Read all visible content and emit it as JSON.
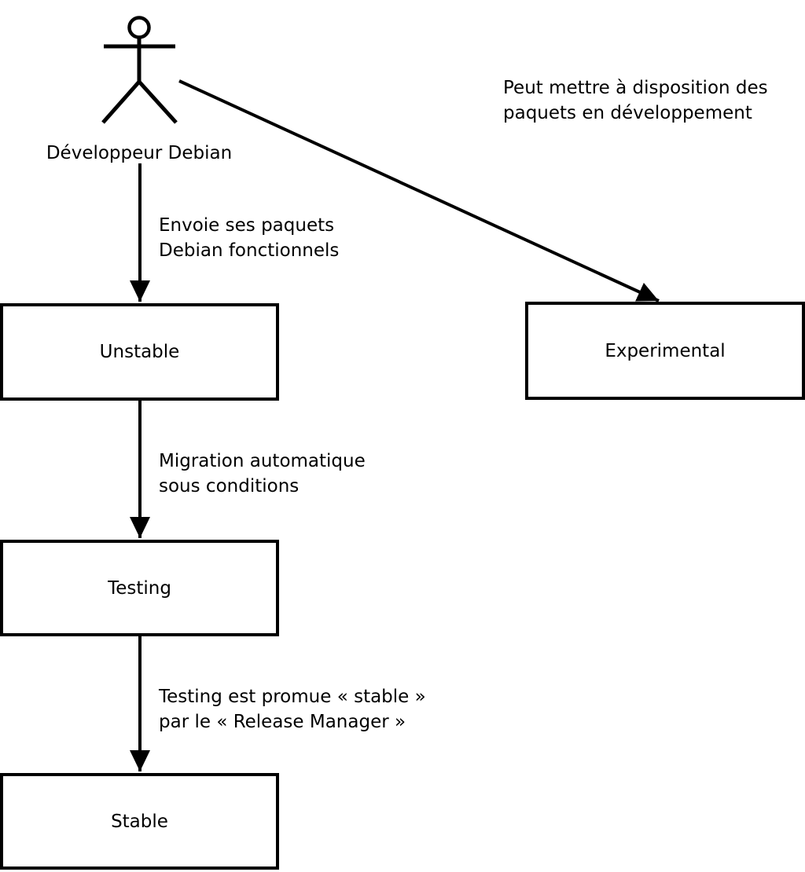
{
  "diagram": {
    "actor": {
      "label": "Développeur Debian"
    },
    "boxes": {
      "unstable": {
        "label": "Unstable"
      },
      "experimental": {
        "label": "Experimental"
      },
      "testing": {
        "label": "Testing"
      },
      "stable": {
        "label": "Stable"
      }
    },
    "annotations": {
      "experimental_note": {
        "line1": "Peut mettre à disposition des",
        "line2": "paquets en développement"
      },
      "upload_note": {
        "line1": "Envoie ses paquets",
        "line2": "Debian fonctionnels"
      },
      "migration_note": {
        "line1": "Migration automatique",
        "line2": "sous conditions"
      },
      "promotion_note": {
        "line1": "Testing est promue « stable »",
        "line2": "par le « Release Manager »"
      }
    },
    "colors": {
      "line": "#000000",
      "box_fill": "#ffffff",
      "background": "#ffffff"
    }
  }
}
